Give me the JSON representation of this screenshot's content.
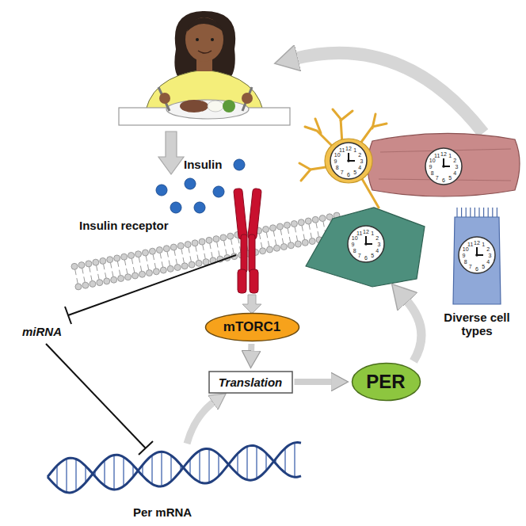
{
  "diagram": {
    "nodes": [
      {
        "text": [
          "mTORC1"
        ]
      },
      {
        "text": [
          "Translation"
        ]
      },
      {
        "text": [
          "PER"
        ]
      }
    ],
    "edges": [
      {
        "from": 0,
        "to": 1,
        "arrow": "to"
      },
      {
        "from": 1,
        "to": 2,
        "arrow": "to"
      }
    ],
    "labels": [
      "Insulin",
      "Insulin receptor",
      "miRNA",
      "Per mRNA",
      "Diverse cell types",
      "12",
      "1",
      "2",
      "3",
      "4",
      "5",
      "6",
      "7",
      "8",
      "9",
      "10",
      "11",
      "12",
      "1",
      "2",
      "3",
      "4",
      "5",
      "6",
      "7",
      "8",
      "9",
      "10",
      "11",
      "12",
      "1",
      "2",
      "3",
      "4",
      "5",
      "6",
      "7",
      "8",
      "9",
      "10",
      "11",
      "12",
      "1",
      "2",
      "3",
      "4",
      "5",
      "6",
      "7",
      "8",
      "9",
      "10",
      "11"
    ]
  }
}
